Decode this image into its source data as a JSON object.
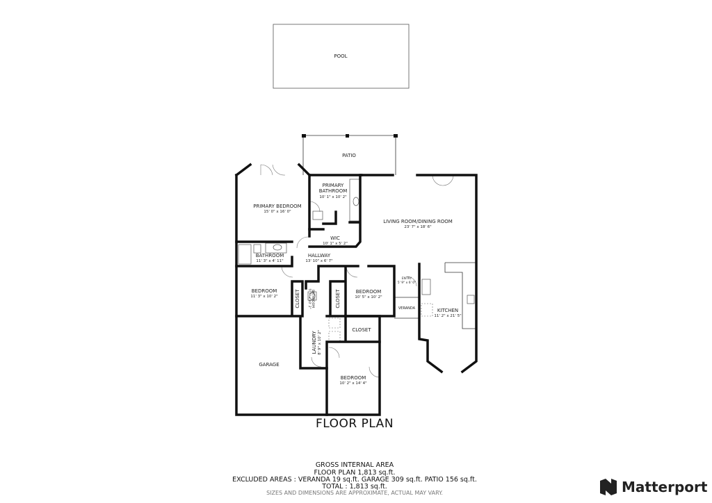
{
  "rooms": {
    "pool": {
      "name": "POOL"
    },
    "patio": {
      "name": "PATIO"
    },
    "primary_bathroom": {
      "name1": "PRIMARY",
      "name2": "BATHROOM",
      "dims": "10' 1\" x 10' 2\""
    },
    "primary_bedroom": {
      "name": "PRIMARY BEDROOM",
      "dims": "15' 0\" x 16' 0\""
    },
    "living_dining": {
      "name": "LIVING ROOM/DINING ROOM",
      "dims": "23' 7\" x 18' 6\""
    },
    "wic": {
      "name": "WIC",
      "dims": "10' 1\" x 5' 2\""
    },
    "bathroom": {
      "name": "BATHROOM",
      "dims": "11' 3\" x 4' 11\""
    },
    "hallway": {
      "name": "HALLWAY",
      "dims": "13' 10\" x 6' 7\""
    },
    "bedroom_left": {
      "name": "BEDROOM",
      "dims": "11' 3\" x 10' 2\""
    },
    "closet_left": {
      "name": "CLOSET"
    },
    "bathroom_small": {
      "name": "BATHROOM",
      "dims": "5' 7\" x 10' 2\""
    },
    "closet_mid": {
      "name": "CLOSET"
    },
    "bedroom_mid": {
      "name": "BEDROOM",
      "dims": "10' 5\" x 10' 2\""
    },
    "entry": {
      "name": "ENTRY",
      "dims": "5' 9\" x 6' 0\""
    },
    "veranda": {
      "name": "VERANDA"
    },
    "kitchen": {
      "name": "KITCHEN",
      "dims": "11' 2\" x 21' 5\""
    },
    "garage": {
      "name": "GARAGE"
    },
    "laundry": {
      "name": "LAUNDRY",
      "dims": "8' 9\" x 10' 2\""
    },
    "closet_lower": {
      "name": "CLOSET"
    },
    "bedroom_lower": {
      "name": "BEDROOM",
      "dims": "10' 2\" x 14' 4\""
    }
  },
  "plan_title": "FLOOR PLAN",
  "summary": {
    "line1": "GROSS INTERNAL AREA",
    "line2": "FLOOR PLAN 1,813 sq.ft.",
    "line3": "EXCLUDED AREAS :  VERANDA 19 sq.ft.   GARAGE 309 sq.ft.   PATIO 156 sq.ft.",
    "line4": "TOTAL :  1,813 sq.ft.",
    "disclaimer": "SIZES AND DIMENSIONS ARE APPROXIMATE, ACTUAL MAY VARY."
  },
  "brand": {
    "name": "Matterport",
    "icon": "matterport-logo-icon"
  }
}
